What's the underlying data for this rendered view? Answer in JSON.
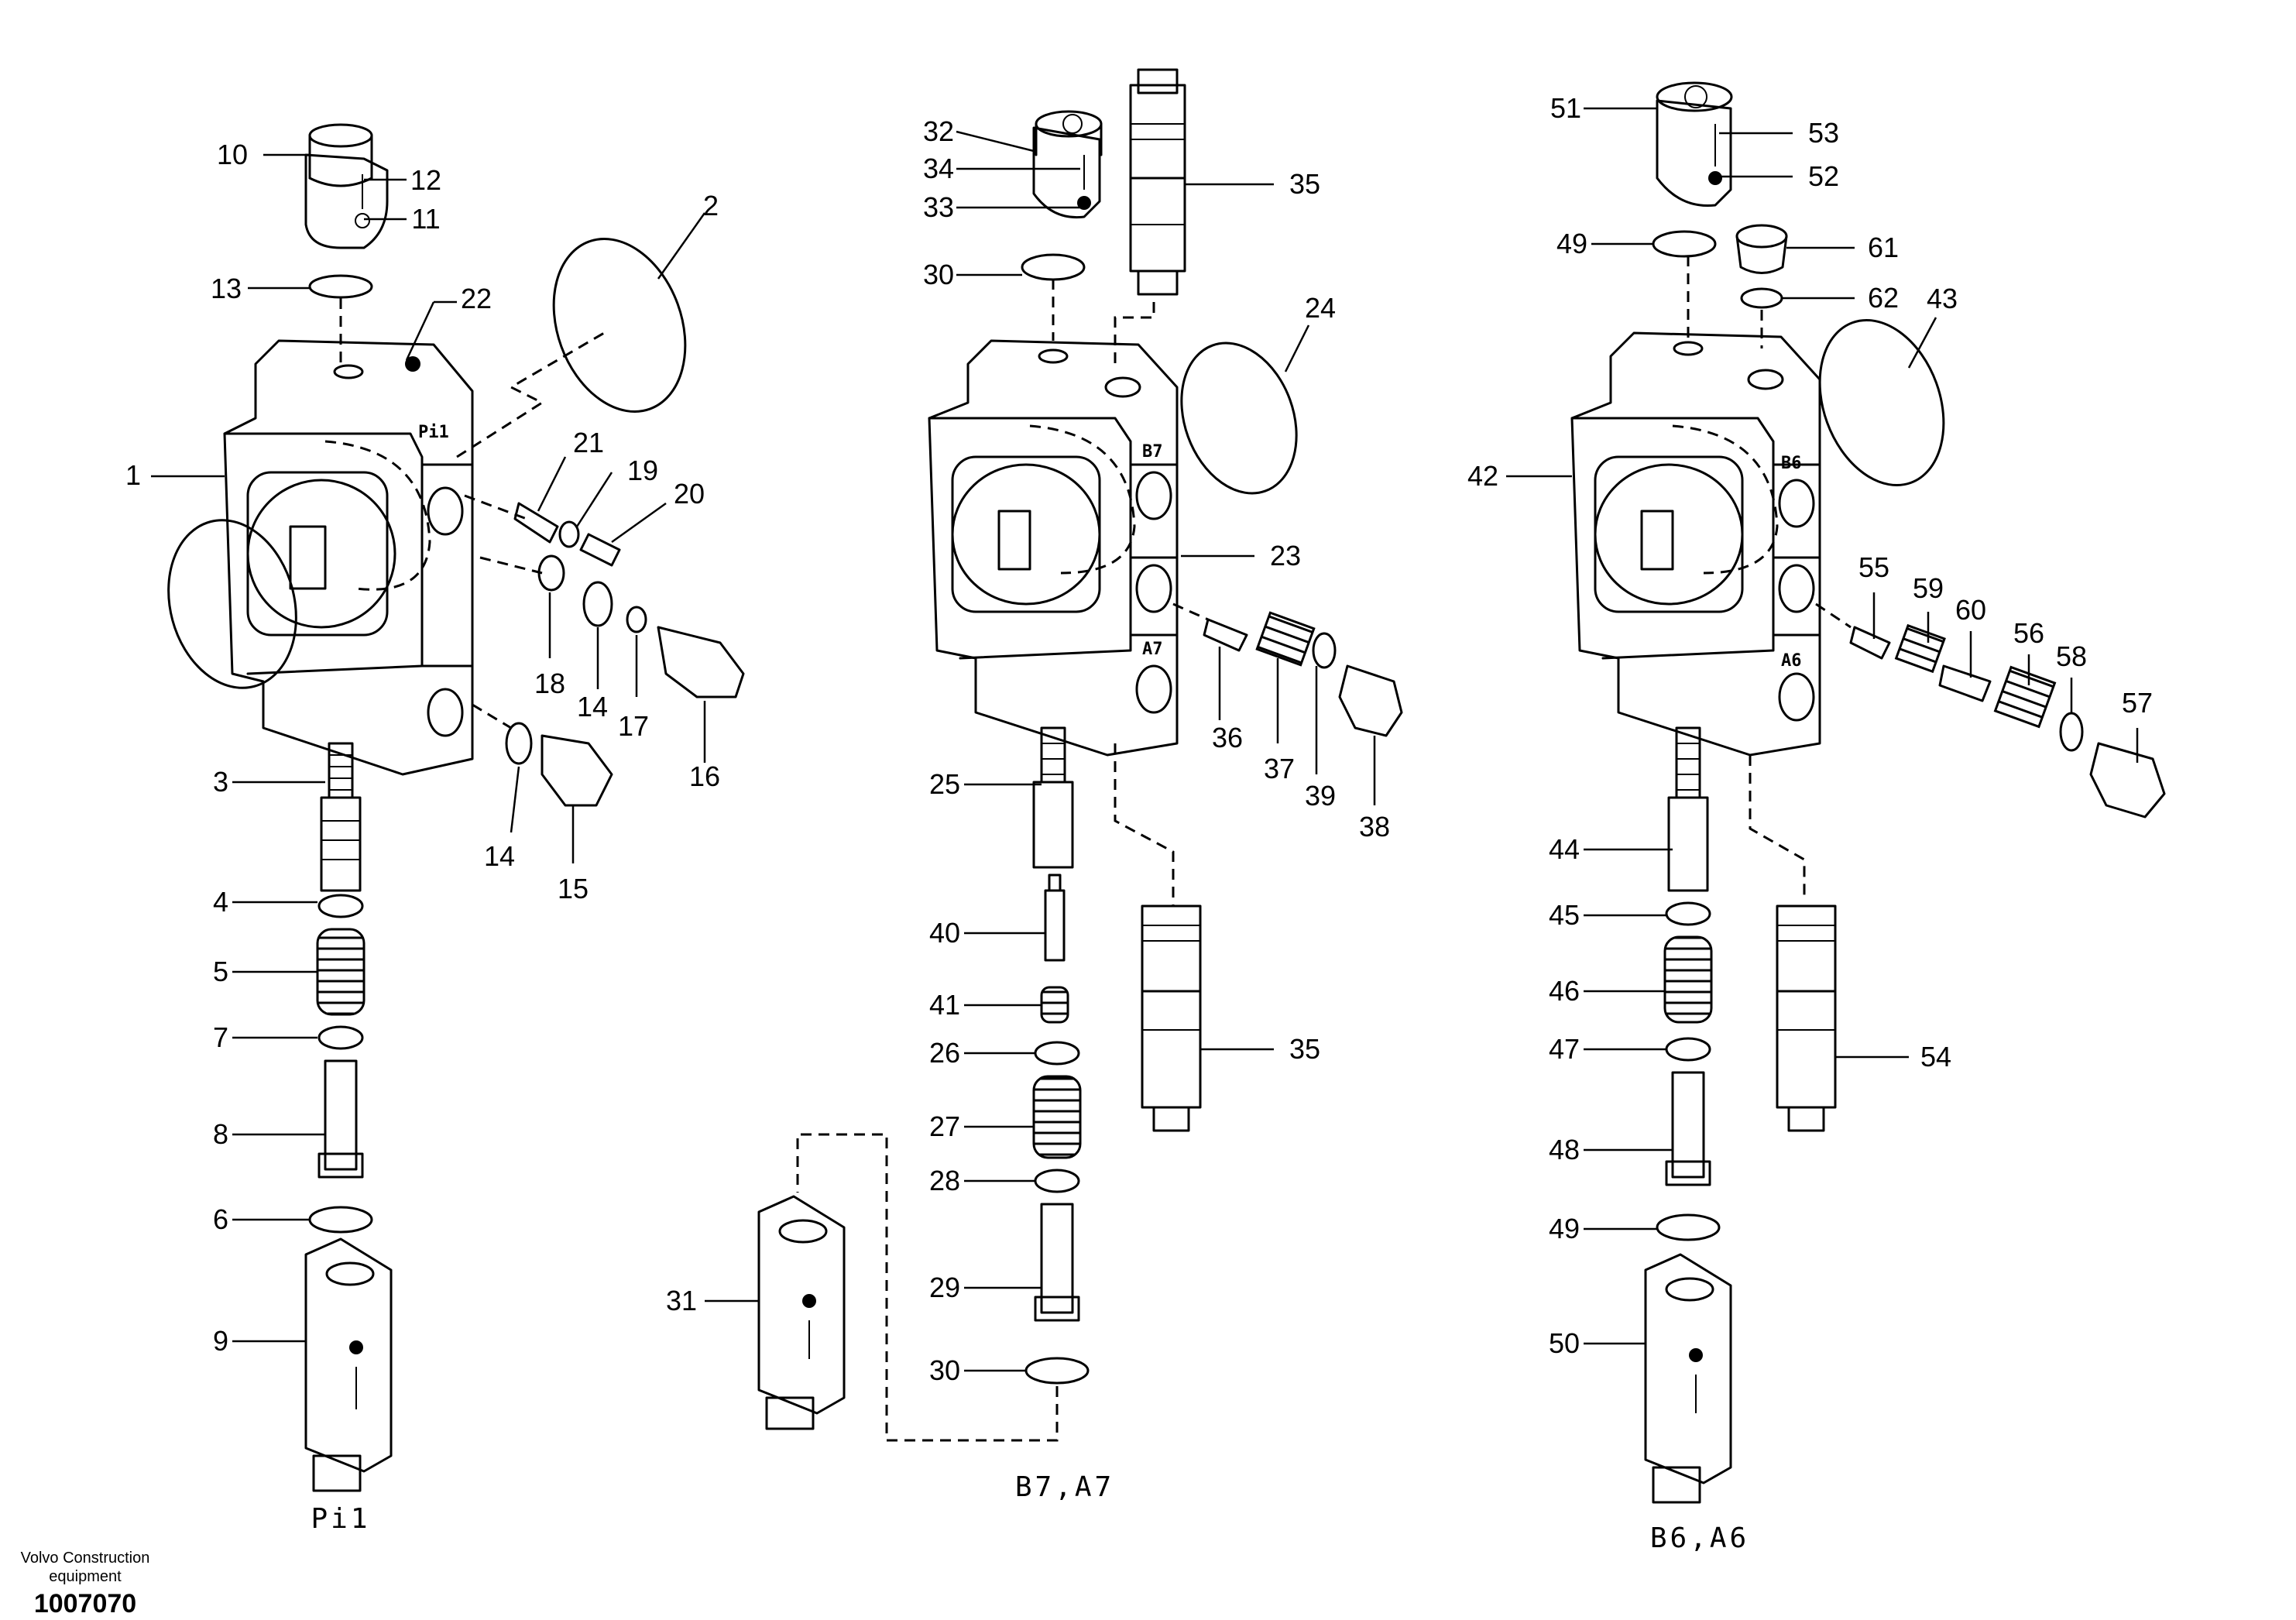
{
  "captions": {
    "left": "Pi1",
    "middle": "B7,A7",
    "right": "B6,A6"
  },
  "port_marks": {
    "pi1": "Pi1",
    "b7": "B7",
    "a7": "A7",
    "b6": "B6",
    "a6": "A6"
  },
  "footer": {
    "brand_line1": "Volvo Construction",
    "brand_line2": "equipment",
    "doc_number": "1007070"
  },
  "callouts": {
    "n1": "1",
    "n2": "2",
    "n3": "3",
    "n4": "4",
    "n5": "5",
    "n6": "6",
    "n7": "7",
    "n8": "8",
    "n9": "9",
    "n10": "10",
    "n11": "11",
    "n12": "12",
    "n13": "13",
    "n14a": "14",
    "n14b": "14",
    "n15": "15",
    "n16": "16",
    "n17": "17",
    "n18": "18",
    "n19": "19",
    "n20": "20",
    "n21": "21",
    "n22": "22",
    "n23": "23",
    "n24": "24",
    "n25": "25",
    "n26": "26",
    "n27": "27",
    "n28": "28",
    "n29": "29",
    "n30a": "30",
    "n30b": "30",
    "n31": "31",
    "n32": "32",
    "n33": "33",
    "n34": "34",
    "n35a": "35",
    "n35b": "35",
    "n36": "36",
    "n37": "37",
    "n38": "38",
    "n39": "39",
    "n40": "40",
    "n41": "41",
    "n42": "42",
    "n43": "43",
    "n44": "44",
    "n45": "45",
    "n46": "46",
    "n47": "47",
    "n48": "48",
    "n49a": "49",
    "n49b": "49",
    "n50": "50",
    "n51": "51",
    "n52": "52",
    "n53": "53",
    "n54": "54",
    "n55": "55",
    "n56": "56",
    "n57": "57",
    "n58": "58",
    "n59": "59",
    "n60": "60",
    "n61": "61",
    "n62": "62"
  }
}
